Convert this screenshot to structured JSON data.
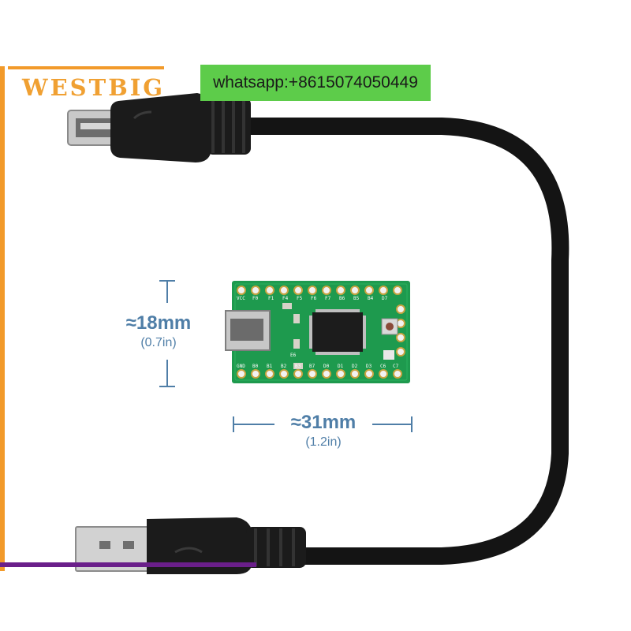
{
  "brand": {
    "logo_text": "WESTBIG",
    "accent_color": "#f29a2a"
  },
  "contact": {
    "text": "whatsapp:+8615074050449",
    "badge_color": "#5dcc4a"
  },
  "board": {
    "pin_labels_top": [
      "VCC",
      "F0",
      "F1",
      "F4",
      "F5",
      "F6",
      "F7",
      "B6",
      "B5",
      "B4",
      "D7"
    ],
    "pin_labels_bottom": [
      "GND",
      "B0",
      "B1",
      "B2",
      "B3",
      "B7",
      "D0",
      "D1",
      "D2",
      "D3",
      "C6",
      "C7"
    ],
    "pin_labels_side": [
      "E6"
    ],
    "pcb_color": "#1e9a4e"
  },
  "dimensions": {
    "height": {
      "value": "≈18mm",
      "imperial": "(0.7in)"
    },
    "width": {
      "value": "≈31mm",
      "imperial": "(1.2in)"
    },
    "line_color": "#4f7ea7"
  },
  "cable": {
    "color": "#111111"
  }
}
